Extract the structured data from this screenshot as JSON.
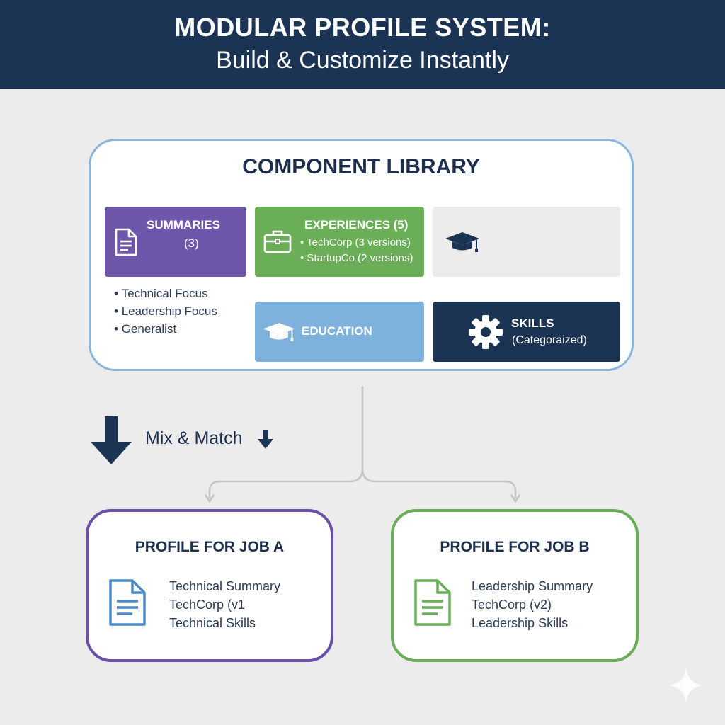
{
  "header": {
    "title": "MODULAR PROFILE SYSTEM:",
    "subtitle": "Build & Customize Instantly"
  },
  "library": {
    "title": "COMPONENT LIBRARY",
    "summaries": {
      "title": "SUMMARIES",
      "count": "(3)",
      "items": [
        "Technical Focus",
        "Leadership Focus",
        "Generalist"
      ]
    },
    "experiences": {
      "title": "EXPERIENCES (5)",
      "items": [
        "• TechCorp (3 versions)",
        "• StartupCo (2 versions)"
      ]
    },
    "education": {
      "title": "EDUCATION"
    },
    "skills": {
      "title": "SKILLS",
      "sub": "(Categoraized)"
    }
  },
  "flow": {
    "label": "Mix & Match"
  },
  "profile_a": {
    "title": "PROFILE FOR JOB A",
    "lines": [
      "Technical Summary",
      "TechCorp (v1",
      "Technical Skills"
    ]
  },
  "profile_b": {
    "title": "PROFILE FOR JOB B",
    "lines": [
      "Leadership Summary",
      "TechCorp (v2)",
      "Leadership Skills"
    ]
  },
  "colors": {
    "navy": "#1c3454",
    "purple": "#6e56aa",
    "green": "#6aae57",
    "light_blue": "#7eb1db",
    "library_border": "#8ab6de"
  },
  "icons": [
    "document-icon",
    "briefcase-icon",
    "graduation-cap-icon",
    "gear-icon",
    "arrow-down-icon",
    "sparkle-icon"
  ]
}
